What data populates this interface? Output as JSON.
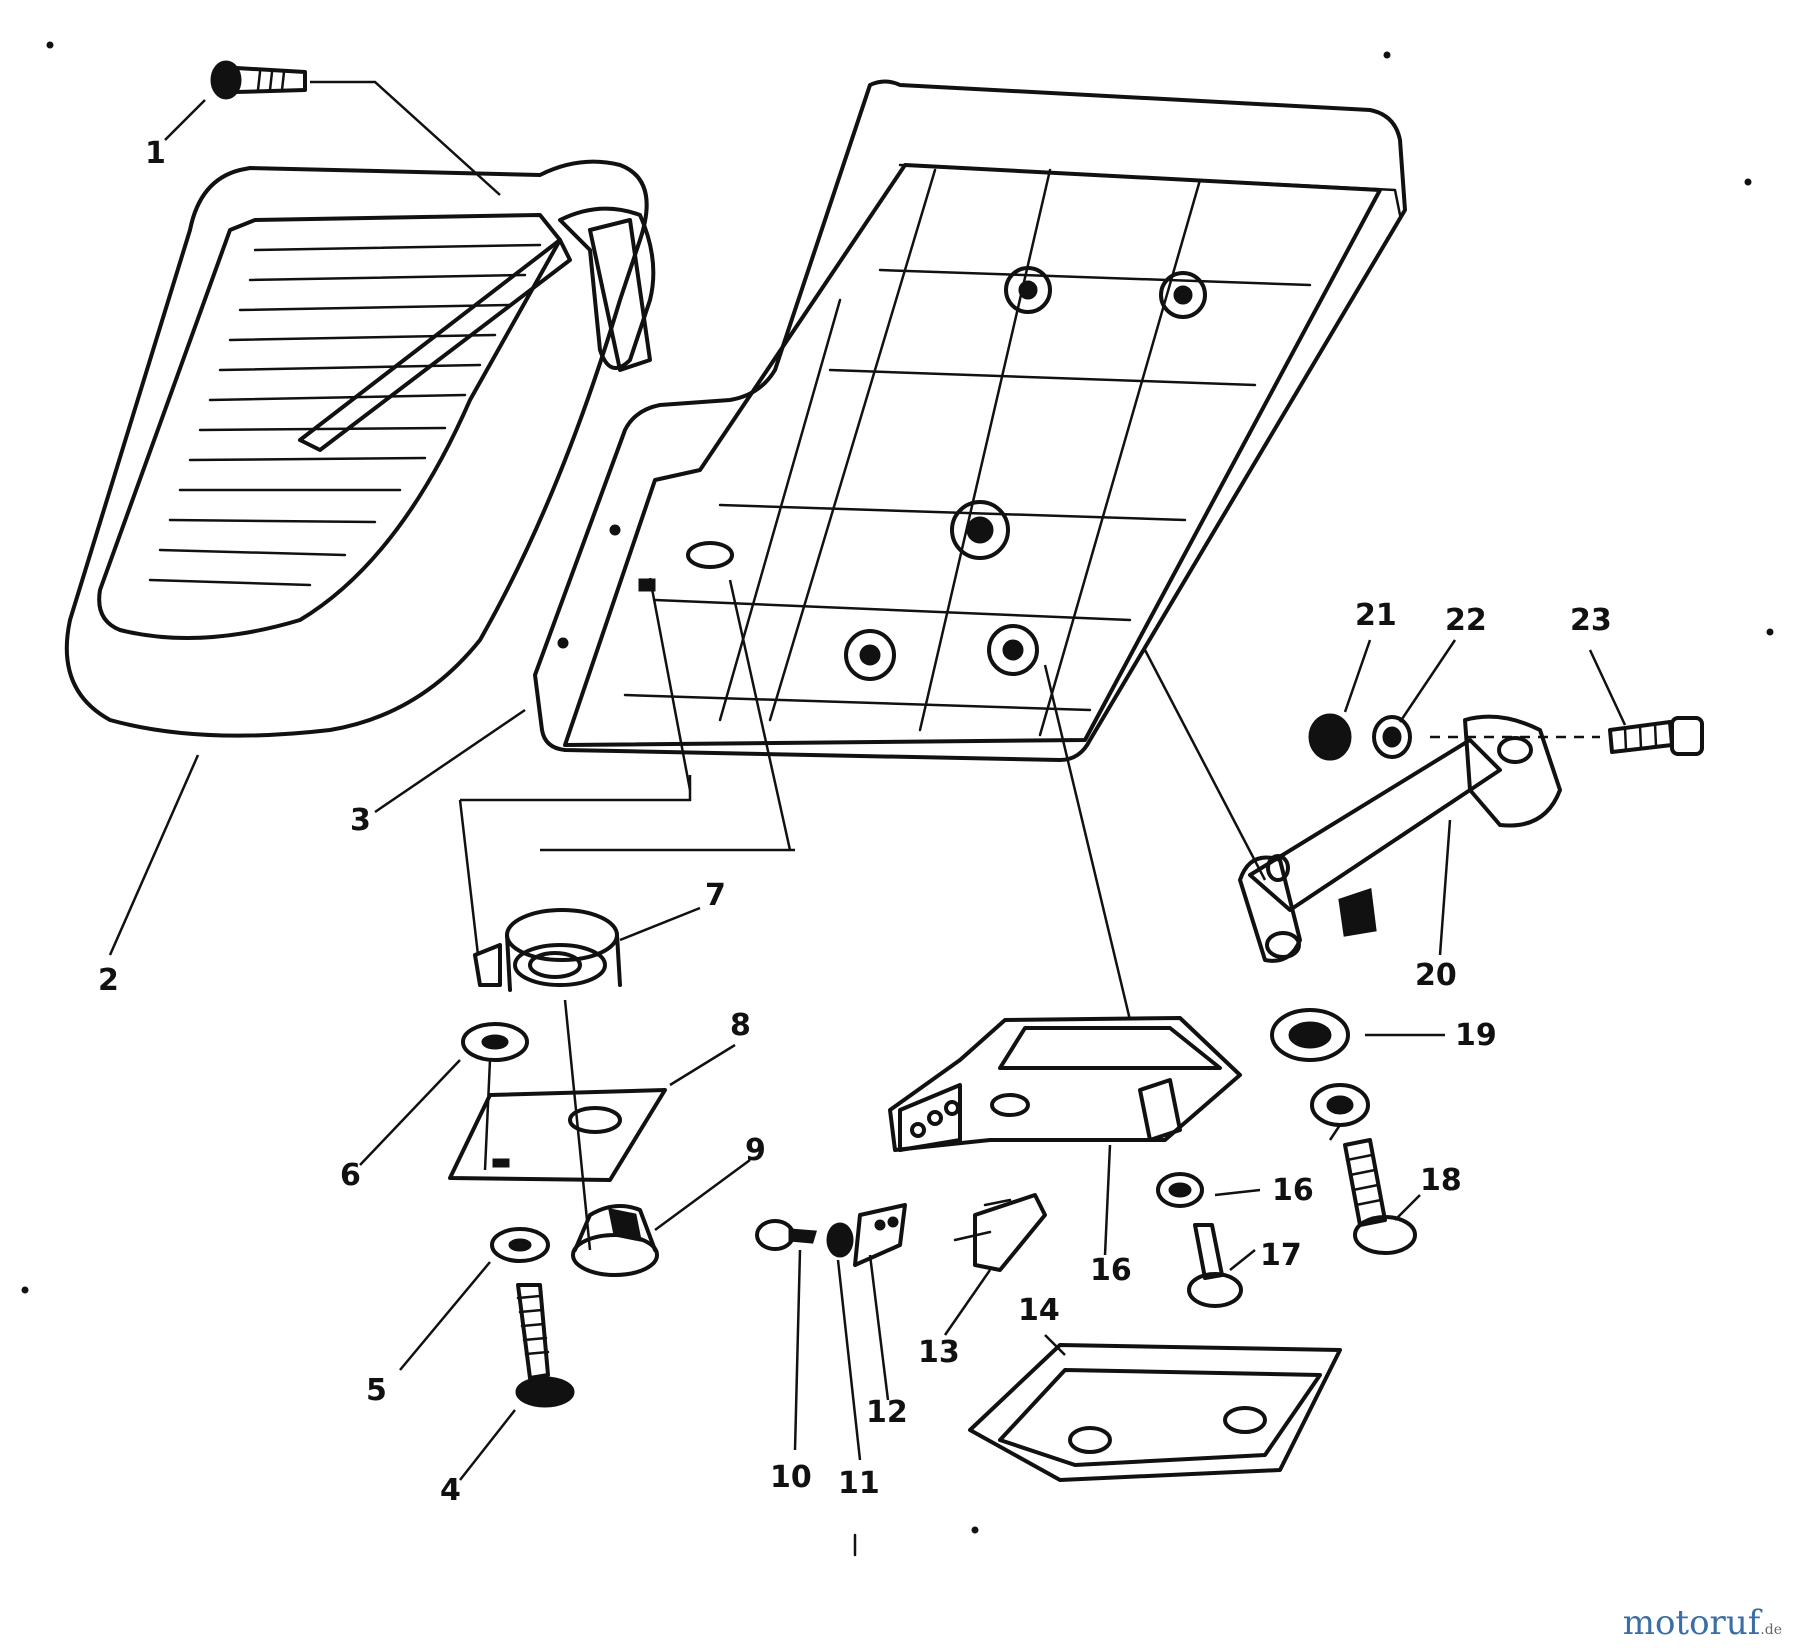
{
  "callouts": [
    {
      "id": "c1",
      "text": "1"
    },
    {
      "id": "c2",
      "text": "2"
    },
    {
      "id": "c3",
      "text": "3"
    },
    {
      "id": "c4",
      "text": "4"
    },
    {
      "id": "c5",
      "text": "5"
    },
    {
      "id": "c6",
      "text": "6"
    },
    {
      "id": "c7",
      "text": "7"
    },
    {
      "id": "c8",
      "text": "8"
    },
    {
      "id": "c9",
      "text": "9"
    },
    {
      "id": "c10",
      "text": "10"
    },
    {
      "id": "c11",
      "text": "11"
    },
    {
      "id": "c12",
      "text": "12"
    },
    {
      "id": "c13",
      "text": "13"
    },
    {
      "id": "c14",
      "text": "14"
    },
    {
      "id": "c15",
      "text": "16"
    },
    {
      "id": "c16",
      "text": "16"
    },
    {
      "id": "c17",
      "text": "17"
    },
    {
      "id": "c18",
      "text": "18"
    },
    {
      "id": "c19",
      "text": "19"
    },
    {
      "id": "c20",
      "text": "20"
    },
    {
      "id": "c21",
      "text": "21"
    },
    {
      "id": "c22",
      "text": "22"
    },
    {
      "id": "c23",
      "text": "23"
    },
    {
      "id": "c24",
      "text": "16"
    }
  ],
  "watermark": {
    "brand": "motoruf",
    "suffix": ".de"
  }
}
